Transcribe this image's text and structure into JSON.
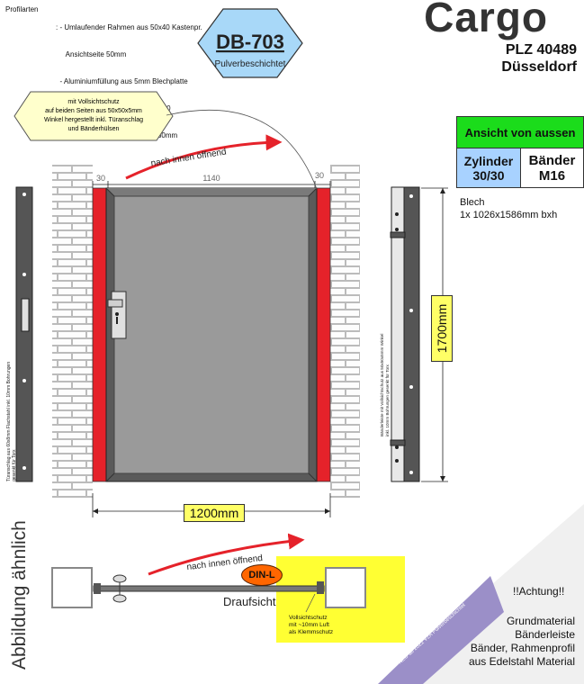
{
  "header": {
    "profile_label": "Profilarten",
    "profile_lines": [
      ": - Umlaufender Rahmen aus 50x40 Kastenpr.",
      "     Ansichtseite 50mm",
      "  - Aluminiumfüllung aus 5mm Blechplatte",
      "  - 20x30mm Kasten mittig im 50x40",
      "     Kastenprofilrahmen, Ansicht 30mm"
    ],
    "product_title": "Cargo",
    "postal": "PLZ 40489",
    "city": "Düsseldorf"
  },
  "color_badge": {
    "code": "DB-703",
    "finish": "Pulverbeschichtet",
    "fill": "#a8d8f8"
  },
  "note_hexagon": {
    "lines": [
      "mit Vollsichtschutz",
      "auf beiden Seiten aus 50x50x5mm",
      "Winkel hergestellt inkl. Türanschlag",
      "und Bänderhülsen"
    ],
    "fill": "#ffffcc"
  },
  "info_table": {
    "header": "Ansicht von aussen",
    "lock": "Zylinder 30/30",
    "hinges": "Bänder M16",
    "material_label": "Blech",
    "material_spec": "1x  1026x1586mm bxh"
  },
  "front_view": {
    "opening_label": "nach innen öffnend",
    "dim_left": "30",
    "dim_center": "1140",
    "dim_right": "30",
    "width_label": "1200mm",
    "height_label": "1700mm",
    "left_bar_text_1": "Türanschlag aus 60x8mm Flachstahl inkl. 10mm Bohrungen",
    "left_bar_text_2": "gesenkt für Torx",
    "right_bar_text_1": "Bänderleiste mit Vollsichtschutz aus 50x50x5mm Winkel",
    "right_bar_text_2": "inkl. 10mm Bohrungen gesenkt für Torx",
    "frame_color": "#e5222a",
    "door_color": "#9a9a9a"
  },
  "top_view": {
    "opening_label": "nach innen öffnend",
    "hand_badge": "DIN-L",
    "caption": "Draufsicht",
    "note_lines": [
      "Vollsichtschutz",
      "mit ~10mm Luft",
      "als Klemmschutz"
    ]
  },
  "side_caption": "Abbildung ähnlich",
  "warning": {
    "title": "!!Achtung!!",
    "lines": [
      "Grundmaterial",
      "Bänderleiste",
      "Bänder, Rahmenprofil",
      "aus Edelstahl Material"
    ],
    "banner": "NEU ab 2022   V2A Pulverbeschichtet"
  }
}
